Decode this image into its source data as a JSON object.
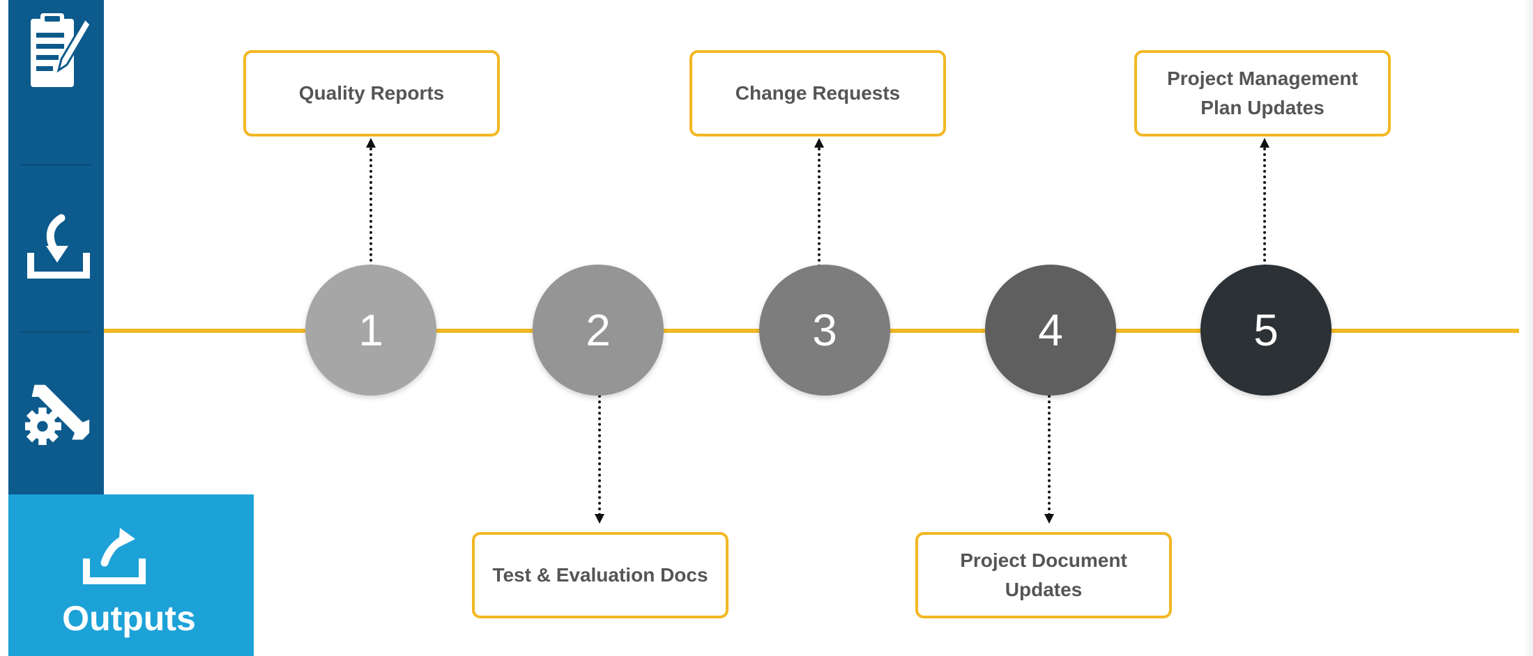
{
  "sidebar": {
    "icons": [
      "clipboard-pencil-icon",
      "download-tray-icon",
      "wrench-gear-icon"
    ],
    "color": "#0d5a8c"
  },
  "outputs_tab": {
    "label": "Outputs",
    "icon": "upload-tray-icon",
    "color": "#1da2d8"
  },
  "timeline": {
    "color": "#f2b823"
  },
  "stages": [
    {
      "number": "1",
      "color": "#a6a6a6",
      "output": "Quality Reports",
      "position": "above"
    },
    {
      "number": "2",
      "color": "#959595",
      "output": "Test & Evaluation Docs",
      "position": "below"
    },
    {
      "number": "3",
      "color": "#7d7d7d",
      "output": "Change Requests",
      "position": "above"
    },
    {
      "number": "4",
      "color": "#5f5f5f",
      "output": "Project Document Updates",
      "position": "below"
    },
    {
      "number": "5",
      "color": "#2b3135",
      "output": "Project Management Plan Updates",
      "position": "above"
    }
  ]
}
